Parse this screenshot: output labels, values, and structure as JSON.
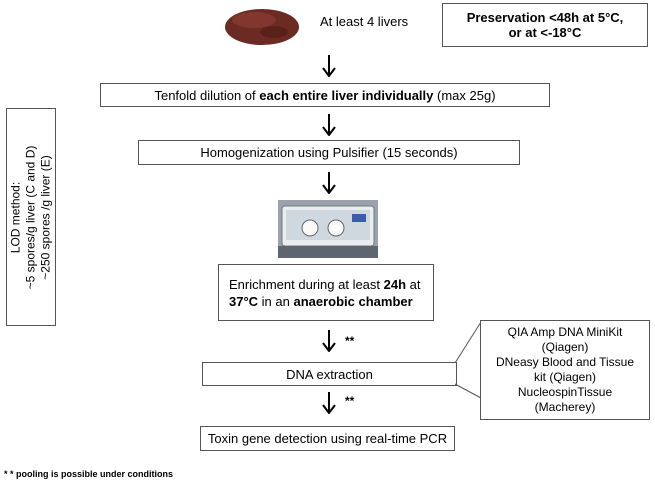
{
  "top": {
    "livers_text": "At least 4 livers",
    "preservation_line1": "Preservation <48h at 5°C,",
    "preservation_line2": "or at <-18°C"
  },
  "steps": {
    "dilution_pre": "Tenfold dilution of ",
    "dilution_bold": "each entire liver individually",
    "dilution_post": " (max 25g)",
    "homogenization": "Homogenization using Pulsifier (15 seconds)",
    "enrich_1": "Enrichment during at least ",
    "enrich_2": "24h",
    "enrich_3": " at",
    "enrich_4": "37°C",
    "enrich_5": " in an ",
    "enrich_6": "anaerobic chamber",
    "dna": "DNA extraction",
    "toxin": "Toxin gene detection using real-time PCR"
  },
  "lod": {
    "line1": "LOD method:",
    "line2": "~5 spores/g liver (C and D)",
    "line3": "~250 spores /g liver (E)"
  },
  "kits": {
    "line1": "QIA Amp DNA MiniKit",
    "line2": "(Qiagen)",
    "line3": "DNeasy Blood and Tissue",
    "line4": "kit (Qiagen)",
    "line5": "NucleospinTissue",
    "line6": "(Macherey)"
  },
  "markers": {
    "stars1": "**",
    "stars2": "**"
  },
  "footnote": "* * pooling is possible under conditions",
  "colors": {
    "liver": "#6b2a22",
    "border": "#555555"
  }
}
